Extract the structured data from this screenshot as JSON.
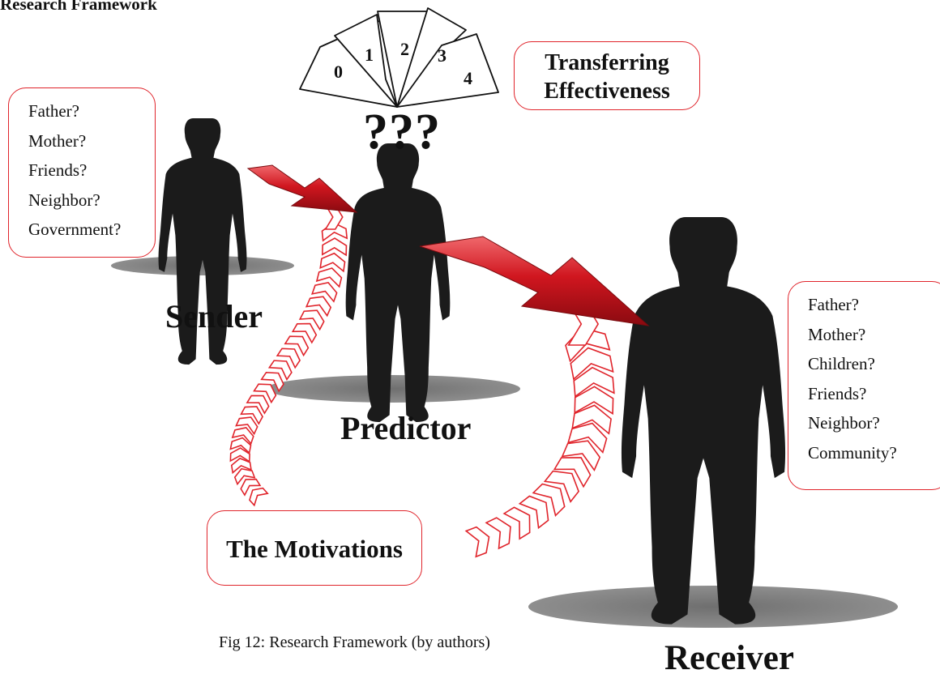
{
  "header": {
    "title": "Research Framework"
  },
  "scale": {
    "levels": [
      "0",
      "1",
      "2",
      "3",
      "4"
    ],
    "label_line1": "Transferring",
    "label_line2": "Effectiveness"
  },
  "question_marks": "???",
  "sender": {
    "label": "Sender",
    "candidates": [
      "Father?",
      "Mother?",
      "Friends?",
      "Neighbor?",
      "Government?"
    ]
  },
  "predictor": {
    "label": "Predictor"
  },
  "receiver": {
    "label": "Receiver",
    "candidates": [
      "Father?",
      "Mother?",
      "Children?",
      "Friends?",
      "Neighbor?",
      "Community?"
    ]
  },
  "motivations": {
    "label": "The Motivations"
  },
  "caption": "Fig 12: Research Framework (by authors)",
  "colors": {
    "accent_red": "#e0242b",
    "arrow_red": "#c8141c",
    "silhouette": "#1b1b1b",
    "shadow": "#7d7d7d"
  }
}
